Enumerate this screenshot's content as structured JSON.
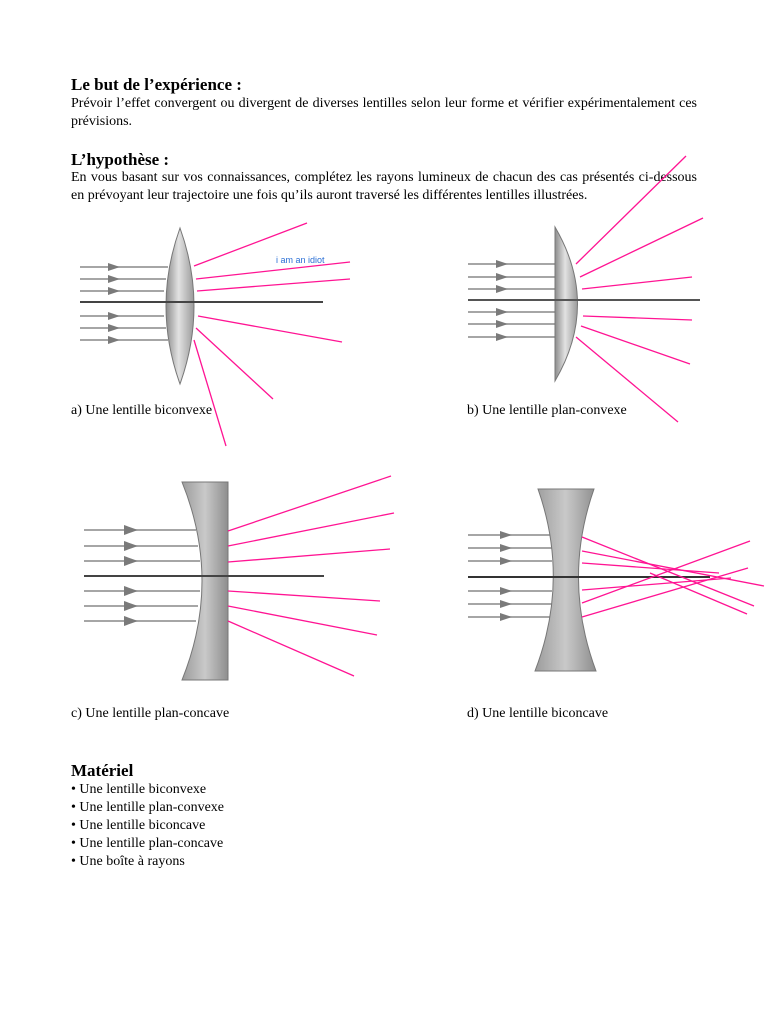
{
  "sections": {
    "goal": {
      "title": "Le but de l’expérience :",
      "text": "Prévoir l’effet convergent ou divergent de diverses lentilles selon leur forme et vérifier expérimentalement ces prévisions."
    },
    "hypothesis": {
      "title": "L’hypothèse :",
      "text": "En vous basant sur vos connaissances, complétez les rayons lumineux de chacun des cas présentés ci-dessous en prévoyant leur trajectoire une fois qu’ils auront traversé les différentes lentilles illustrées."
    },
    "materials": {
      "title": "Matériel",
      "items": [
        "Une lentille biconvexe",
        "Une lentille plan-convexe",
        "Une lentille biconcave",
        "Une lentille plan-concave",
        "Une boîte à rayons"
      ]
    }
  },
  "figures": {
    "a": {
      "caption": "a) Une lentille biconvexe",
      "lens": "biconvex"
    },
    "b": {
      "caption": "b) Une lentille plan-convexe",
      "lens": "plano-convex"
    },
    "c": {
      "caption": "c) Une lentille plan-concave",
      "lens": "plano-concave"
    },
    "d": {
      "caption": "d) Une lentille biconcave",
      "lens": "biconcave"
    }
  },
  "annotation": {
    "text": "i am an idiot"
  },
  "colors": {
    "drawn_rays": "#ff1493",
    "incident_rays": "#808080",
    "axis": "#404040",
    "lens": "#b5b5b5",
    "annotation": "#2a6fd6"
  }
}
